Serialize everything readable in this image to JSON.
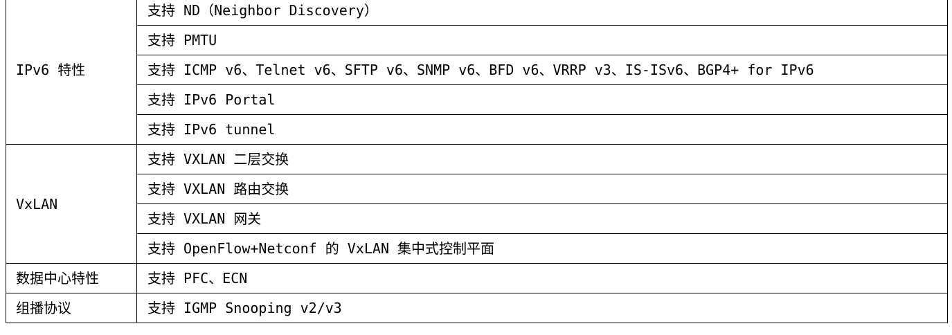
{
  "table": {
    "groups": [
      {
        "category": "IPv6 特性",
        "features": [
          "支持 ND（Neighbor Discovery）",
          "支持 PMTU",
          "支持 ICMP v6、Telnet v6、SFTP v6、SNMP v6、BFD v6、VRRP v3、IS-ISv6、BGP4+ for IPv6",
          "支持 IPv6 Portal",
          "支持 IPv6 tunnel"
        ]
      },
      {
        "category": "VxLAN",
        "features": [
          "支持 VXLAN 二层交换",
          "支持 VXLAN 路由交换",
          "支持 VXLAN 网关",
          "支持 OpenFlow+Netconf 的 VxLAN 集中式控制平面"
        ]
      },
      {
        "category": "数据中心特性",
        "features": [
          "支持 PFC、ECN"
        ]
      },
      {
        "category": "组播协议",
        "features": [
          "支持 IGMP Snooping v2/v3"
        ]
      }
    ]
  }
}
